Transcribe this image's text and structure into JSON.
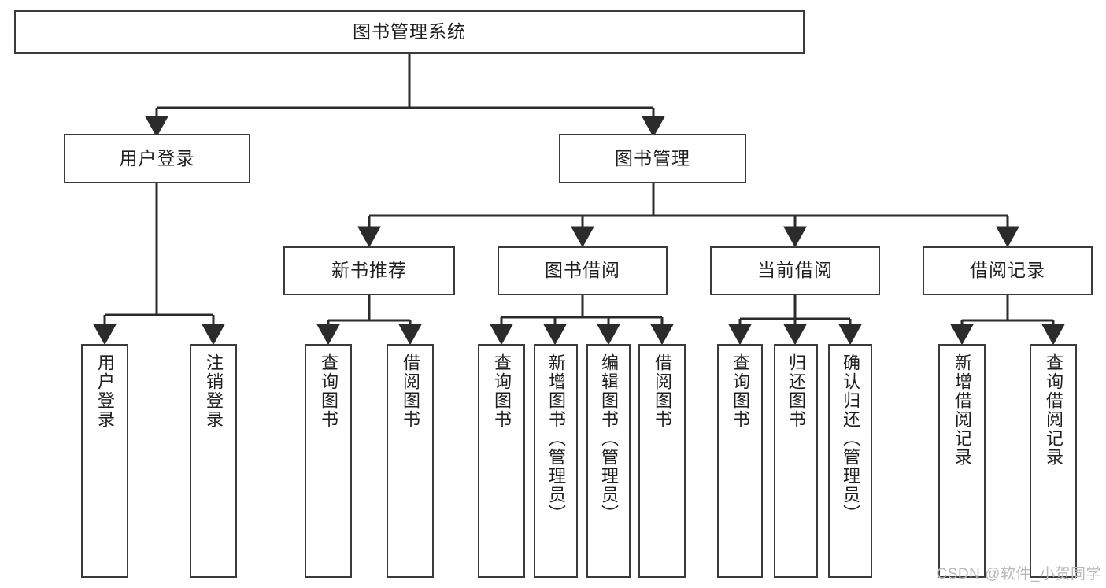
{
  "diagram": {
    "type": "tree",
    "title": "图书管理系统",
    "colors": {
      "box_border": "#3b3b3b",
      "box_fill": "#ffffff",
      "connector": "#2b2b2b",
      "text": "#1f1f1f",
      "watermark": "#b9b9b9",
      "background": "#ffffff"
    },
    "root": {
      "label": "图书管理系统"
    },
    "level2": [
      {
        "label": "用户登录"
      },
      {
        "label": "图书管理"
      }
    ],
    "level3": [
      {
        "label": "新书推荐"
      },
      {
        "label": "图书借阅"
      },
      {
        "label": "当前借阅"
      },
      {
        "label": "借阅记录"
      }
    ],
    "leaves": {
      "user_login": [
        {
          "label": "用户登录"
        },
        {
          "label": "注销登录"
        }
      ],
      "new_book_recommend": [
        {
          "label": "查询图书"
        },
        {
          "label": "借阅图书"
        }
      ],
      "book_borrow": [
        {
          "label": "查询图书"
        },
        {
          "label": "新增图书（管理员）"
        },
        {
          "label": "编辑图书（管理员）"
        },
        {
          "label": "借阅图书"
        }
      ],
      "current_borrow": [
        {
          "label": "查询图书"
        },
        {
          "label": "归还图书"
        },
        {
          "label": "确认归还（管理员）"
        }
      ],
      "borrow_record": [
        {
          "label": "新增借阅记录"
        },
        {
          "label": "查询借阅记录"
        }
      ]
    }
  },
  "watermark": {
    "text": "CSDN @软件_小贺同学"
  }
}
